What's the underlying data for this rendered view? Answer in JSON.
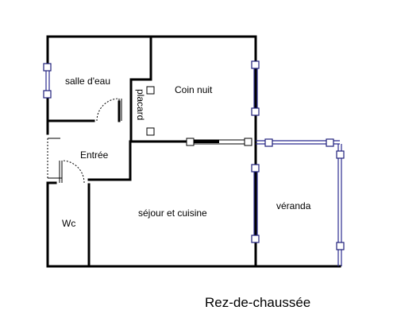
{
  "rooms": {
    "salle_deau": "salle d'eau",
    "placard": "placard",
    "coin_nuit": "Coin nuit",
    "entree": "Entrée",
    "wc": "Wc",
    "sejour": "séjour et cuisine",
    "veranda": "véranda"
  },
  "title": "Rez-de-chaussée",
  "colors": {
    "walls": "#000000",
    "windows": "#2b2b8f",
    "background": "#ffffff"
  }
}
